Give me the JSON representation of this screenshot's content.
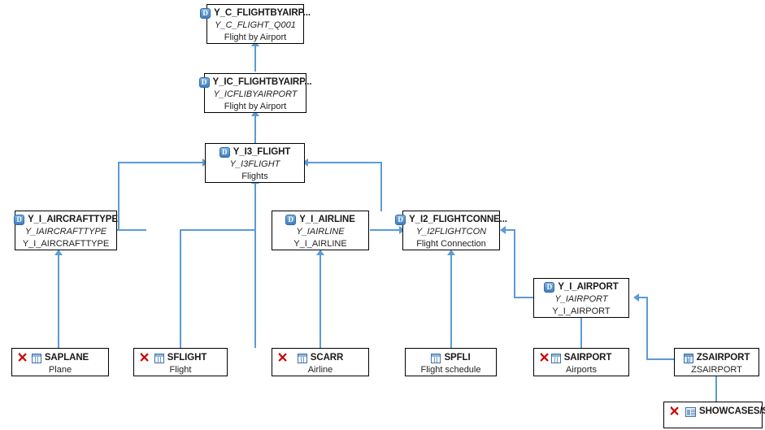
{
  "diagram": {
    "type": "sap-cds-view-dependency-graph",
    "background": "#ffffff",
    "connector_color": "#5b9bd5",
    "border_color": "#000000"
  },
  "nodes": [
    {
      "id": "y_c_flightbyairport",
      "title": "Y_C_FLIGHTBYAIRP...",
      "technical": "Y_C_FLIGHT_Q001",
      "description": "Flight by Airport",
      "icon": "cds-view-icon",
      "has_error_marker": false
    },
    {
      "id": "y_ic_flightbyairport",
      "title": "Y_IC_FLIGHTBYAIRP...",
      "technical": "Y_ICFLIBYAIRPORT",
      "description": "Flight by Airport",
      "icon": "cds-view-icon",
      "has_error_marker": false
    },
    {
      "id": "y_i3_flight",
      "title": "Y_I3_FLIGHT",
      "technical": "Y_I3FLIGHT",
      "description": "Flights",
      "icon": "cds-view-icon",
      "has_error_marker": false
    },
    {
      "id": "y_i_aircrafttype",
      "title": "Y_I_AIRCRAFTTYPE",
      "technical": "Y_IAIRCRAFTTYPE",
      "description": "Y_I_AIRCRAFTTYPE",
      "icon": "cds-view-icon",
      "has_error_marker": false
    },
    {
      "id": "y_i_airline",
      "title": "Y_I_AIRLINE",
      "technical": "Y_IAIRLINE",
      "description": "Y_I_AIRLINE",
      "icon": "cds-view-icon",
      "has_error_marker": false
    },
    {
      "id": "y_i2_flightconnection",
      "title": "Y_I2_FLIGHTCONNE...",
      "technical": "Y_I2FLIGHTCON",
      "description": "Flight Connection",
      "icon": "cds-view-icon",
      "has_error_marker": false
    },
    {
      "id": "y_i_airport",
      "title": "Y_I_AIRPORT",
      "technical": "Y_IAIRPORT",
      "description": "Y_I_AIRPORT",
      "icon": "cds-view-icon",
      "has_error_marker": false
    },
    {
      "id": "saplane",
      "title": "SAPLANE",
      "description": "Plane",
      "icon": "table-icon",
      "has_error_marker": true
    },
    {
      "id": "sflight",
      "title": "SFLIGHT",
      "description": "Flight",
      "icon": "table-icon",
      "has_error_marker": true
    },
    {
      "id": "scarr",
      "title": "SCARR",
      "description": "Airline",
      "icon": "table-icon",
      "has_error_marker": true
    },
    {
      "id": "spfli",
      "title": "SPFLI",
      "description": "Flight schedule",
      "icon": "table-icon",
      "has_error_marker": false
    },
    {
      "id": "sairport",
      "title": "SAIRPORT",
      "description": "Airports",
      "icon": "table-icon",
      "has_error_marker": true
    },
    {
      "id": "zsairport",
      "title": "ZSAIRPORT",
      "description": "ZSAIRPORT",
      "icon": "view-icon",
      "has_error_marker": false
    },
    {
      "id": "showcases",
      "title": "SHOWCASES/SC...",
      "description": "",
      "icon": "package-icon",
      "has_error_marker": true
    }
  ],
  "edges": [
    {
      "from": "y_ic_flightbyairport",
      "to": "y_c_flightbyairport"
    },
    {
      "from": "y_i3_flight",
      "to": "y_ic_flightbyairport"
    },
    {
      "from": "y_i_aircrafttype",
      "to": "y_i3_flight"
    },
    {
      "from": "y_i_airline",
      "to": "y_i3_flight"
    },
    {
      "from": "sflight",
      "to": "y_i3_flight"
    },
    {
      "from": "y_i2_flightconnection",
      "to": "y_i3_flight"
    },
    {
      "from": "saplane",
      "to": "y_i_aircrafttype"
    },
    {
      "from": "scarr",
      "to": "y_i_airline"
    },
    {
      "from": "y_i_airline",
      "to": "y_i2_flightconnection"
    },
    {
      "from": "spfli",
      "to": "y_i2_flightconnection"
    },
    {
      "from": "y_i_airport",
      "to": "y_i2_flightconnection"
    },
    {
      "from": "sairport",
      "to": "y_i_airport"
    },
    {
      "from": "zsairport",
      "to": "y_i_airport"
    },
    {
      "from": "showcases",
      "to": "zsairport"
    }
  ]
}
